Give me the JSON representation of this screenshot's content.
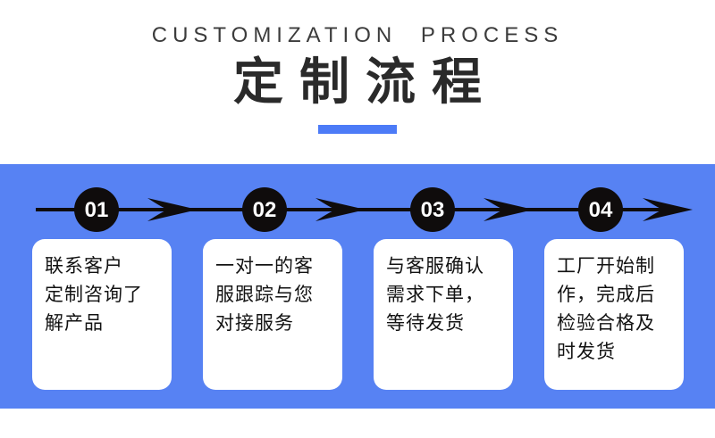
{
  "header": {
    "subtitle": "CUSTOMIZATION PROCESS",
    "title": "定制流程"
  },
  "colors": {
    "band_blue": "#5782f3",
    "divider_blue": "#4c7bf7",
    "badge_black": "#0f0c0c",
    "subtitle_gray": "#3c3c3c"
  },
  "steps": [
    {
      "number": "01",
      "text": "联系客户\n定制咨询了\n解产品"
    },
    {
      "number": "02",
      "text": "一对一的客\n服跟踪与您\n对接服务"
    },
    {
      "number": "03",
      "text": "与客服确认\n需求下单，\n等待发货"
    },
    {
      "number": "04",
      "text": "工厂开始制\n作，完成后\n检验合格及\n时发货"
    }
  ]
}
